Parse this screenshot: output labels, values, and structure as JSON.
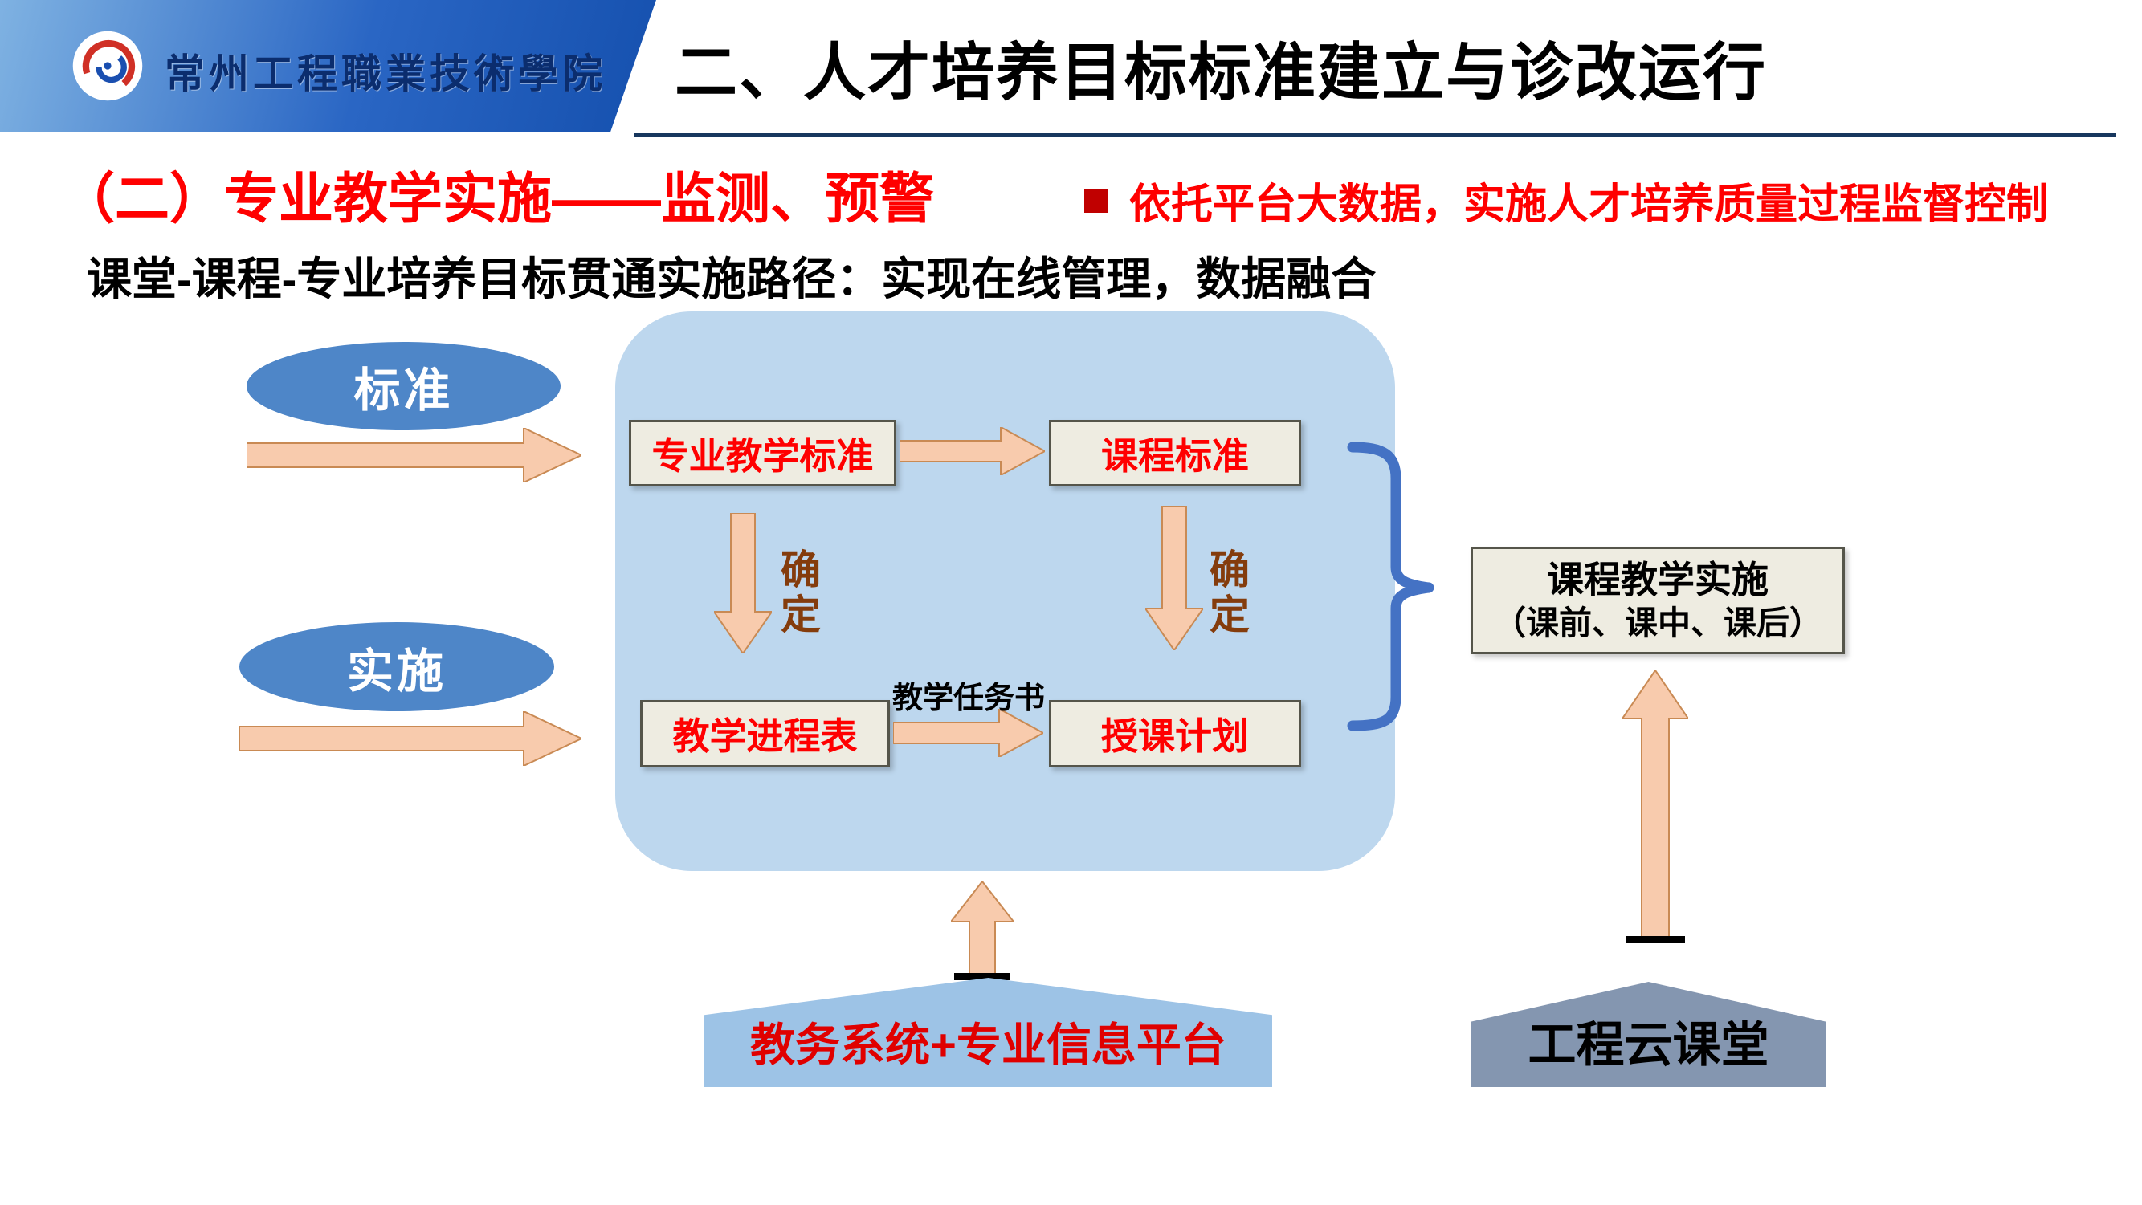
{
  "header": {
    "college_name": "常州工程職業技術學院",
    "title": "二、人才培养目标标准建立与诊改运行"
  },
  "section": {
    "heading": "（二）专业教学实施——监测、预警",
    "bullet": "依托平台大数据，实施人才培养质量过程监督控制",
    "subtitle": "课堂-课程-专业培养目标贯通实施路径：实现在线管理，数据融合"
  },
  "diagram": {
    "ellipses": [
      {
        "label": "标准"
      },
      {
        "label": "实施"
      }
    ],
    "boxes": {
      "teaching_standard": "专业教学标准",
      "course_standard": "课程标准",
      "teaching_schedule": "教学进程表",
      "lecture_plan": "授课计划"
    },
    "labels": {
      "confirm_left": "确定",
      "confirm_right": "确定",
      "task_book": "教学任务书"
    },
    "implementation_box": {
      "line1": "课程教学实施",
      "line2": "（课前、课中、课后）"
    },
    "platform": "教务系统+专业信息平台",
    "cloud_classroom": "工程云课堂"
  },
  "colors": {
    "banner_blue": "#2a66c4",
    "accent_red": "#ff0000",
    "container_blue": "#bdd7ee",
    "box_beige": "#eeece1",
    "ellipse_blue": "#4e86c8",
    "arrow_peach": "#f8cbad",
    "confirm_brown": "#843c0c",
    "bracket_blue": "#4472c4",
    "platform_blue": "#9dc3e6",
    "cloud_gray": "#8496b0",
    "divider_navy": "#17375e"
  }
}
